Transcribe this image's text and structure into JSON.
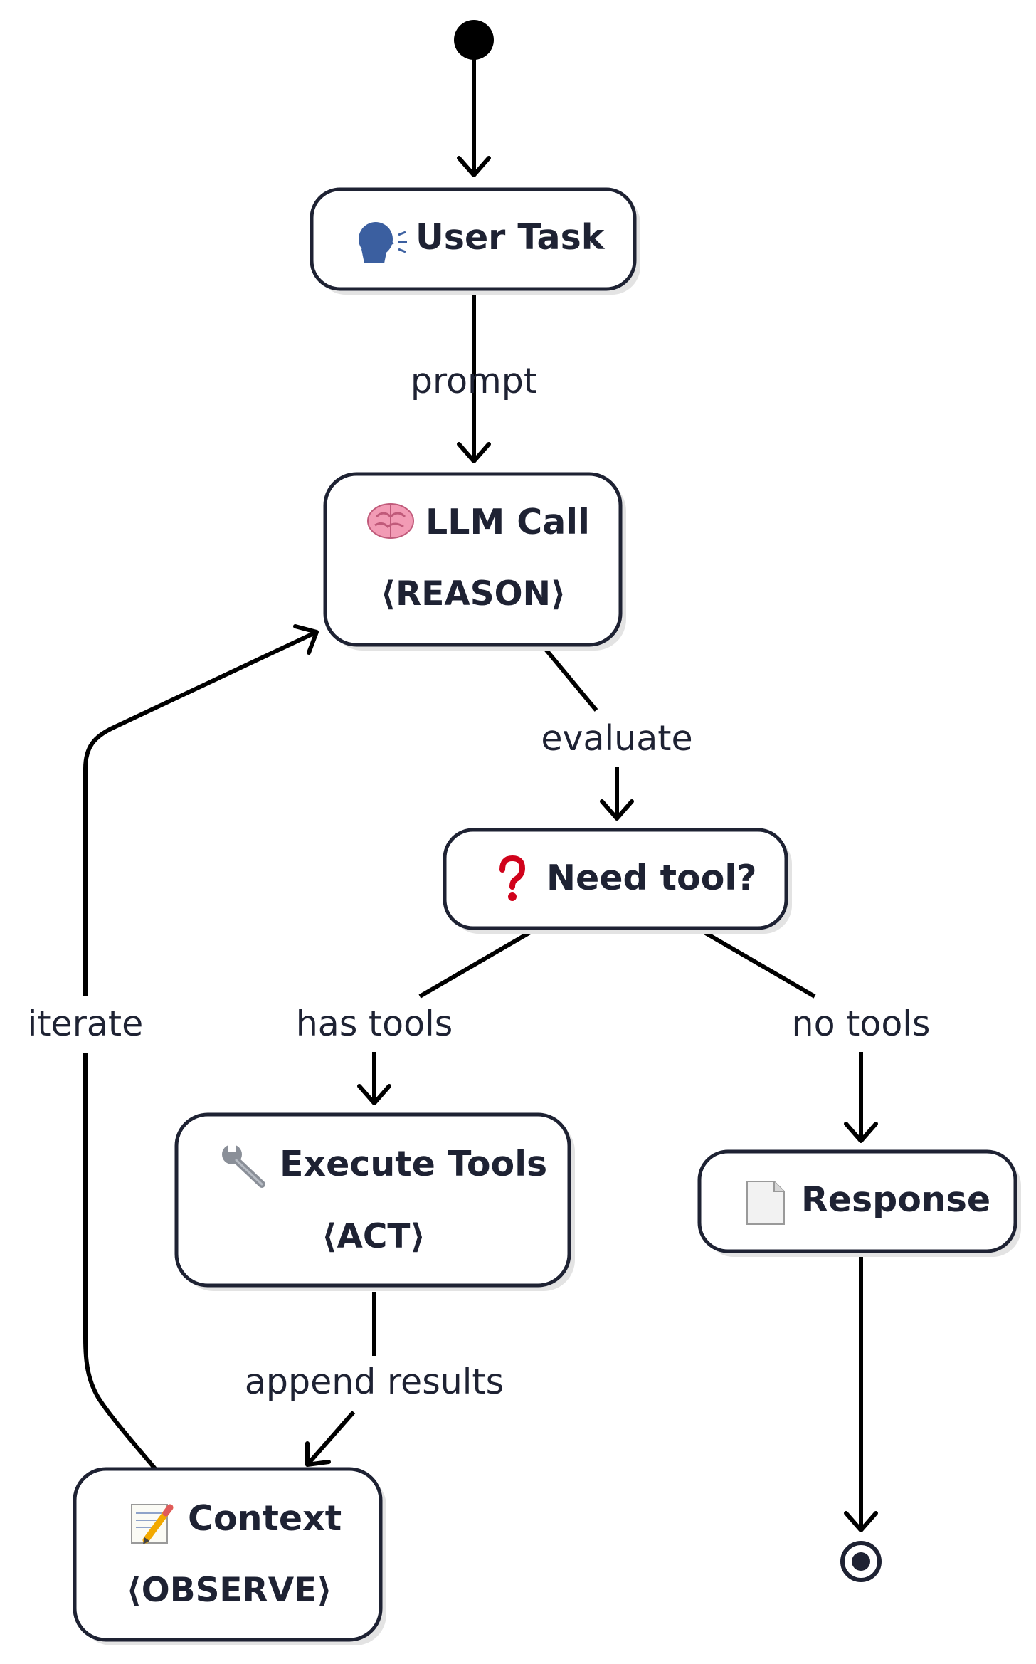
{
  "nodes": {
    "user_task": {
      "title": "User Task",
      "icon": "speaking-head-icon"
    },
    "llm_call": {
      "title": "LLM Call",
      "subtitle": "⟨REASON⟩",
      "icon": "brain-icon"
    },
    "need_tool": {
      "title": "Need tool?",
      "icon": "question-mark-icon"
    },
    "execute_tools": {
      "title": "Execute Tools",
      "subtitle": "⟨ACT⟩",
      "icon": "wrench-icon"
    },
    "response": {
      "title": "Response",
      "icon": "document-icon"
    },
    "context": {
      "title": "Context",
      "subtitle": "⟨OBSERVE⟩",
      "icon": "memo-icon"
    }
  },
  "edges": {
    "prompt": "prompt",
    "evaluate": "evaluate",
    "has_tools": "has tools",
    "no_tools": "no tools",
    "append_results": "append results",
    "iterate": "iterate"
  },
  "colors": {
    "stroke": "#1e2233",
    "edge": "#000000",
    "question": "#d0021b",
    "brain": "#f29bb5"
  }
}
